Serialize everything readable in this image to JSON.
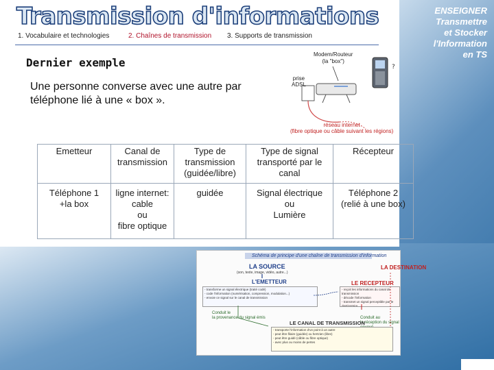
{
  "header": {
    "title": "Transmission d'informations",
    "nav": [
      "1. Vocabulaire et technologies",
      "2. Chaînes de transmission",
      "3. Supports de transmission"
    ],
    "corner_lines": [
      "ENSEIGNER",
      "Transmettre",
      "et Stocker",
      "l'Information",
      "en TS"
    ]
  },
  "colors": {
    "nav_active": "#b0122a",
    "title_fill": "#dbe7f3",
    "title_outline": "#1c3f7a",
    "background": "#2e6da3"
  },
  "main": {
    "heading": "Dernier exemple",
    "intro_lines": [
      "Une personne converse avec une autre par",
      "téléphone lié à une « box »."
    ]
  },
  "diagram": {
    "modem_label": [
      "Modem/Routeur",
      "(la \"box\")"
    ],
    "prise_label": [
      "prise",
      "ADSL"
    ],
    "network_label": [
      "réseau internet",
      "(fibre optique ou câble suivant les régions)"
    ]
  },
  "table": {
    "headers": [
      "Emetteur",
      "Canal de transmission",
      "Type de transmission (guidée/libre)",
      "Type de signal transporté par le canal",
      "Récepteur"
    ],
    "row": [
      [
        "Téléphone 1",
        "+la box"
      ],
      [
        "ligne internet:",
        "cable",
        "ou",
        "fibre optique"
      ],
      [
        "guidée"
      ],
      [
        "Signal électrique",
        "ou",
        "Lumière"
      ],
      [
        "Téléphone 2",
        "(relié à une box)"
      ]
    ]
  },
  "schema": {
    "title": "Schéma de principe d'une chaîne de transmission d'information",
    "source": "LA SOURCE",
    "source_sub": "(son, texte, image, vidéo, autre...)",
    "destination": "LA DESTINATION",
    "emitter": "L'EMETTEUR",
    "emitter_lines": [
      "- transforme un signal électrique (traité codé)",
      "- code l'information (numérisation, compression, modulation...)",
      "- envoie ce signal sur le canal de transmission"
    ],
    "receiver": "LE RECEPTEUR",
    "receiver_lines": [
      "- reçoit les informations du canal de transmission",
      "- décode l'information",
      "- transmet un signal perceptible par le destinataire"
    ],
    "channel": "LE CANAL DE TRANSMISSION",
    "channel_lines": [
      "- transporte l'information d'un point à un autre",
      "- peut être filaire (guidée) ou hertzien (libre)",
      "- peut être guidé (câble ou fibre optique)",
      "- avec plus ou moins de pertes"
    ],
    "note_left": [
      "Conduit le",
      "la provenance du signal émis"
    ],
    "note_right": [
      "Conduit au",
      "la réception du signal envoyé"
    ]
  }
}
